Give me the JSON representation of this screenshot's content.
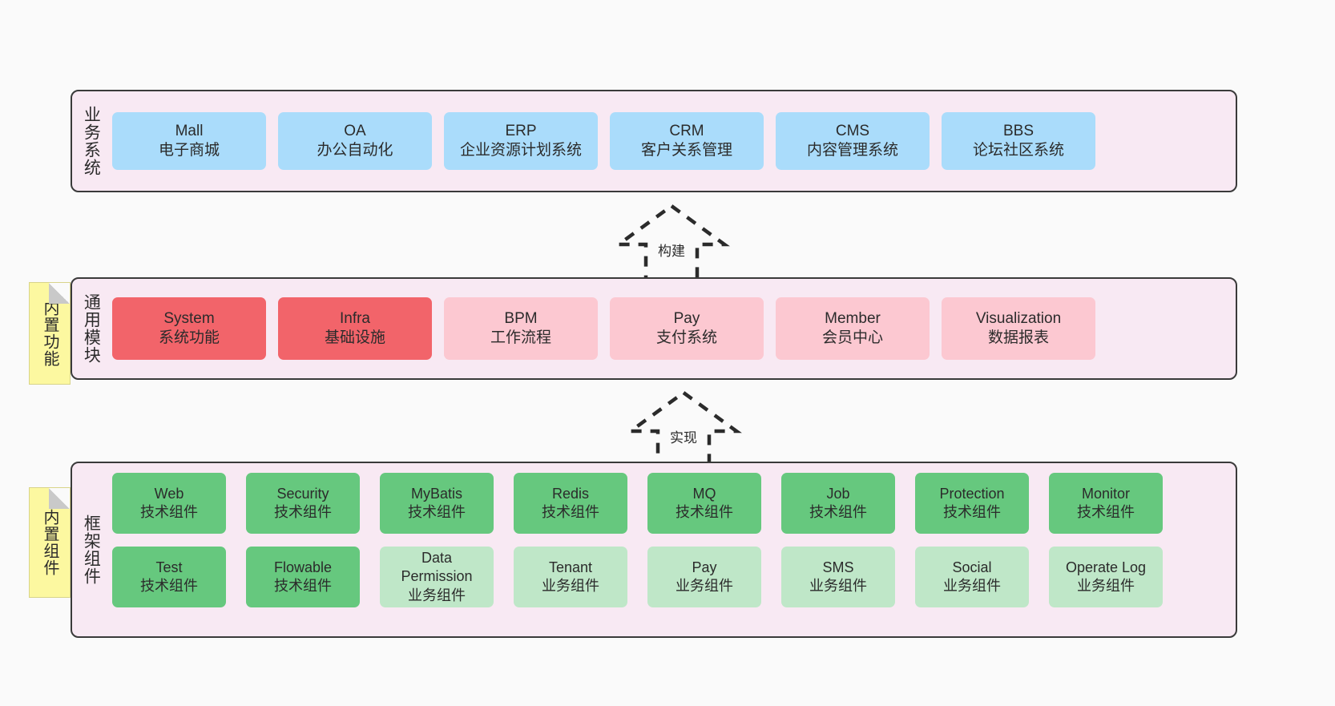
{
  "diagram": {
    "background": "#fafafa",
    "panel_fill": "#f8e9f3",
    "panel_border": "#3a3a3a"
  },
  "notes": [
    {
      "label": "内置功能",
      "color": "#fcf8a0"
    },
    {
      "label": "内置组件",
      "color": "#fcf8a0"
    }
  ],
  "connectors": [
    {
      "label": "构建",
      "style": "dashed-generalization-up"
    },
    {
      "label": "实现",
      "style": "dashed-generalization-up"
    }
  ],
  "layers": {
    "business": {
      "title": "业务系统",
      "color": "#aadcfb",
      "cards": [
        {
          "name": "Mall",
          "sub": "电子商城"
        },
        {
          "name": "OA",
          "sub": "办公自动化"
        },
        {
          "name": "ERP",
          "sub": "企业资源计划系统"
        },
        {
          "name": "CRM",
          "sub": "客户关系管理"
        },
        {
          "name": "CMS",
          "sub": "内容管理系统"
        },
        {
          "name": "BBS",
          "sub": "论坛社区系统"
        }
      ]
    },
    "common": {
      "title": "通用模块",
      "colors": {
        "primary": "#f2646a",
        "secondary": "#fcc8d1"
      },
      "cards": [
        {
          "name": "System",
          "sub": "系统功能",
          "variant": "c-red"
        },
        {
          "name": "Infra",
          "sub": "基础设施",
          "variant": "c-red"
        },
        {
          "name": "BPM",
          "sub": "工作流程",
          "variant": "c-pink"
        },
        {
          "name": "Pay",
          "sub": "支付系统",
          "variant": "c-pink"
        },
        {
          "name": "Member",
          "sub": "会员中心",
          "variant": "c-pink"
        },
        {
          "name": "Visualization",
          "sub": "数据报表",
          "variant": "c-pink"
        }
      ]
    },
    "framework": {
      "title": "框架组件",
      "colors": {
        "tech": "#66c87e",
        "business": "#bfe7c8"
      },
      "cards": [
        {
          "name": "Web",
          "sub": "技术组件",
          "variant": "c-green"
        },
        {
          "name": "Security",
          "sub": "技术组件",
          "variant": "c-green"
        },
        {
          "name": "MyBatis",
          "sub": "技术组件",
          "variant": "c-green"
        },
        {
          "name": "Redis",
          "sub": "技术组件",
          "variant": "c-green"
        },
        {
          "name": "MQ",
          "sub": "技术组件",
          "variant": "c-green"
        },
        {
          "name": "Job",
          "sub": "技术组件",
          "variant": "c-green"
        },
        {
          "name": "Protection",
          "sub": "技术组件",
          "variant": "c-green"
        },
        {
          "name": "Monitor",
          "sub": "技术组件",
          "variant": "c-green"
        },
        {
          "name": "Test",
          "sub": "技术组件",
          "variant": "c-green"
        },
        {
          "name": "Flowable",
          "sub": "技术组件",
          "variant": "c-green"
        },
        {
          "name": "Data Permission",
          "sub": "业务组件",
          "variant": "c-greenlight"
        },
        {
          "name": "Tenant",
          "sub": "业务组件",
          "variant": "c-greenlight"
        },
        {
          "name": "Pay",
          "sub": "业务组件",
          "variant": "c-greenlight"
        },
        {
          "name": "SMS",
          "sub": "业务组件",
          "variant": "c-greenlight"
        },
        {
          "name": "Social",
          "sub": "业务组件",
          "variant": "c-greenlight"
        },
        {
          "name": "Operate Log",
          "sub": "业务组件",
          "variant": "c-greenlight"
        }
      ]
    }
  }
}
